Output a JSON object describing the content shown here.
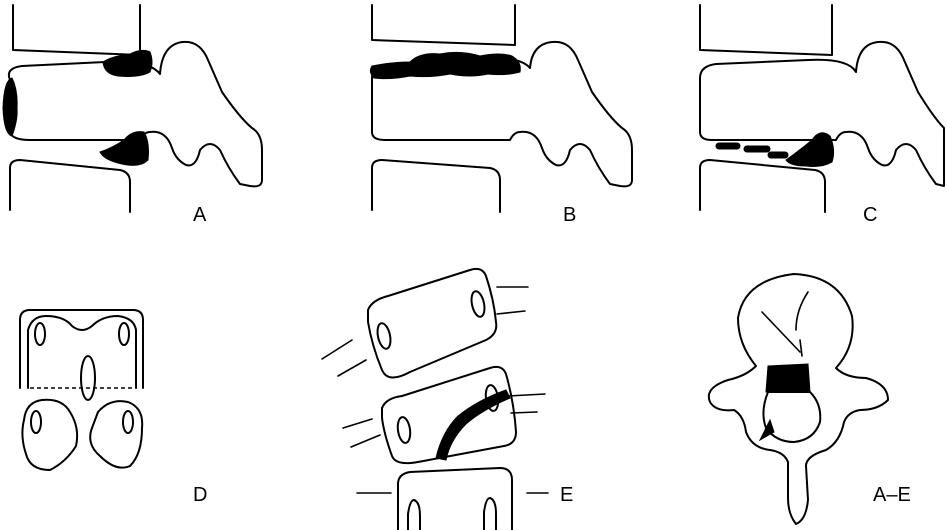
{
  "panels": [
    {
      "id": "A",
      "label": "A"
    },
    {
      "id": "B",
      "label": "B"
    },
    {
      "id": "C",
      "label": "C"
    },
    {
      "id": "D",
      "label": "D"
    },
    {
      "id": "E",
      "label": "E"
    },
    {
      "id": "AE",
      "label": "A–E"
    }
  ],
  "colors": {
    "ink": "#000000",
    "background": "#ffffff"
  }
}
